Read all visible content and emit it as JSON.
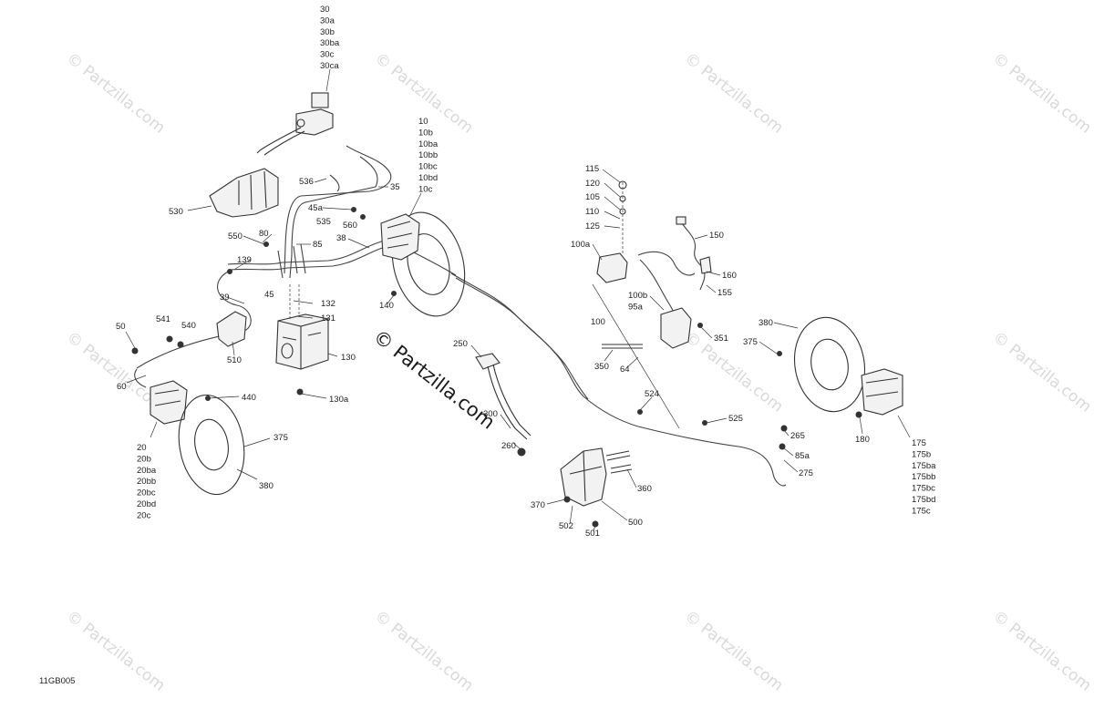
{
  "diagram_code": "11GB005",
  "watermark": {
    "repeat_text": "© Partzilla.com",
    "center_text": "© Partzilla.com"
  },
  "colors": {
    "line": "#333333",
    "watermark": "#d9d9d9",
    "background": "#ffffff"
  },
  "callouts": [
    {
      "id": "c30",
      "lines": [
        "30",
        "30a",
        "30b",
        "30ba",
        "30c",
        "30ca"
      ]
    },
    {
      "id": "c10",
      "lines": [
        "10",
        "10b",
        "10ba",
        "10bb",
        "10bc",
        "10bd",
        "10c"
      ]
    },
    {
      "id": "c536",
      "lines": [
        "536"
      ]
    },
    {
      "id": "c35",
      "lines": [
        "35"
      ]
    },
    {
      "id": "c530",
      "lines": [
        "530"
      ]
    },
    {
      "id": "c45a",
      "lines": [
        "45a"
      ]
    },
    {
      "id": "c535",
      "lines": [
        "535"
      ]
    },
    {
      "id": "c560",
      "lines": [
        "560"
      ]
    },
    {
      "id": "c80",
      "lines": [
        "80"
      ]
    },
    {
      "id": "c550",
      "lines": [
        "550"
      ]
    },
    {
      "id": "c85",
      "lines": [
        "85"
      ]
    },
    {
      "id": "c38",
      "lines": [
        "38"
      ]
    },
    {
      "id": "c139",
      "lines": [
        "139"
      ]
    },
    {
      "id": "c45",
      "lines": [
        "45"
      ]
    },
    {
      "id": "c132",
      "lines": [
        "132"
      ]
    },
    {
      "id": "c131",
      "lines": [
        "131"
      ]
    },
    {
      "id": "c39",
      "lines": [
        "39"
      ]
    },
    {
      "id": "c140",
      "lines": [
        "140"
      ]
    },
    {
      "id": "c541",
      "lines": [
        "541"
      ]
    },
    {
      "id": "c540",
      "lines": [
        "540"
      ]
    },
    {
      "id": "c50",
      "lines": [
        "50"
      ]
    },
    {
      "id": "c510",
      "lines": [
        "510"
      ]
    },
    {
      "id": "c130",
      "lines": [
        "130"
      ]
    },
    {
      "id": "c60",
      "lines": [
        "60"
      ]
    },
    {
      "id": "c440",
      "lines": [
        "440"
      ]
    },
    {
      "id": "c130a",
      "lines": [
        "130a"
      ]
    },
    {
      "id": "c375l",
      "lines": [
        "375"
      ]
    },
    {
      "id": "c20",
      "lines": [
        "20",
        "20b",
        "20ba",
        "20bb",
        "20bc",
        "20bd",
        "20c"
      ]
    },
    {
      "id": "c380l",
      "lines": [
        "380"
      ]
    },
    {
      "id": "c250",
      "lines": [
        "250"
      ]
    },
    {
      "id": "c300",
      "lines": [
        "300"
      ]
    },
    {
      "id": "c260",
      "lines": [
        "260"
      ]
    },
    {
      "id": "c115",
      "lines": [
        "115"
      ]
    },
    {
      "id": "c120",
      "lines": [
        "120"
      ]
    },
    {
      "id": "c105",
      "lines": [
        "105"
      ]
    },
    {
      "id": "c110",
      "lines": [
        "110"
      ]
    },
    {
      "id": "c125",
      "lines": [
        "125"
      ]
    },
    {
      "id": "c100a",
      "lines": [
        "100a"
      ]
    },
    {
      "id": "c150",
      "lines": [
        "150"
      ]
    },
    {
      "id": "c160",
      "lines": [
        "160"
      ]
    },
    {
      "id": "c155",
      "lines": [
        "155"
      ]
    },
    {
      "id": "c100b",
      "lines": [
        "100b",
        "95a"
      ]
    },
    {
      "id": "c100",
      "lines": [
        "100"
      ]
    },
    {
      "id": "c351",
      "lines": [
        "351"
      ]
    },
    {
      "id": "c350",
      "lines": [
        "350"
      ]
    },
    {
      "id": "c64",
      "lines": [
        "64"
      ]
    },
    {
      "id": "c524",
      "lines": [
        "524"
      ]
    },
    {
      "id": "c525",
      "lines": [
        "525"
      ]
    },
    {
      "id": "c380r",
      "lines": [
        "380"
      ]
    },
    {
      "id": "c375r",
      "lines": [
        "375"
      ]
    },
    {
      "id": "c265",
      "lines": [
        "265"
      ]
    },
    {
      "id": "c85a",
      "lines": [
        "85a"
      ]
    },
    {
      "id": "c275",
      "lines": [
        "275"
      ]
    },
    {
      "id": "c180",
      "lines": [
        "180"
      ]
    },
    {
      "id": "c175",
      "lines": [
        "175",
        "175b",
        "175ba",
        "175bb",
        "175bc",
        "175bd",
        "175c"
      ]
    },
    {
      "id": "c360",
      "lines": [
        "360"
      ]
    },
    {
      "id": "c370",
      "lines": [
        "370"
      ]
    },
    {
      "id": "c502",
      "lines": [
        "502"
      ]
    },
    {
      "id": "c501",
      "lines": [
        "501"
      ]
    },
    {
      "id": "c500",
      "lines": [
        "500"
      ]
    }
  ]
}
